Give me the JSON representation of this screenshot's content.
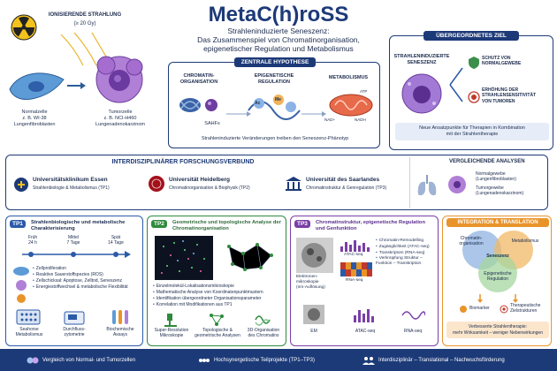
{
  "radiation": {
    "label": "IONISIERENDE STRAHLUNG",
    "dose": "(≥ 20 Gy)"
  },
  "normal_cell": {
    "l1": "Normalzelle",
    "l2": "z. B. WI-38",
    "l3": "Lungenfibroblasten"
  },
  "tumor_cell": {
    "l1": "Tumorzelle",
    "l2": "z. B. NCI-H460",
    "l3": "Lungenadenokarzinom"
  },
  "title": {
    "main": "MetaC(h)roSS",
    "sub1": "Strahleninduzierte Seneszenz:",
    "sub2": "Das Zusammenspiel von Chromatinorganisation,",
    "sub3": "epigenetischer Regulation und Metabolismus"
  },
  "hypothesis": {
    "header": "ZENTRALE HYPOTHESE",
    "chromatin": "CHROMATIN-\nORGANISATION",
    "sahfs": "SAHFs",
    "epi": "EPIGENETISCHE\nREGULATION",
    "ac": "Ac",
    "me": "Me",
    "metab": "METABOLISMUS",
    "atp": "ATP",
    "nad": "NAD+",
    "nadh": "NADH",
    "caption": "Strahleninduzierte Veränderungen treiben den Seneszenz-Phänotyp"
  },
  "goal": {
    "header": "ÜBERGEORDNETES ZIEL",
    "cell_label": "STRAHLENINDUZIERTE\nSENESZENZ",
    "protect": "SCHUTZ VON\nNORMALGEWEBE",
    "increase": "ERHÖHUNG DER\nSTRAHLENSENSITIVITÄT\nVON TUMOREN",
    "bottom": "Neue Ansatzpunkte für Therapien in Kombination\nmit der Strahlentherapie"
  },
  "consortium": {
    "header": "INTERDISZIPLINÄRER FORSCHUNGSVERBUND",
    "essen_name": "Universitätsklinikum Essen",
    "essen_sub": "Strahlenbiologie & Metabolismus (TP1)",
    "heid_name": "Universität Heidelberg",
    "heid_sub": "Chromatinorganisation & Biophysik (TP2)",
    "saar_name": "Universität des Saarlandes",
    "saar_sub": "Chromatinstruktur & Genregulation (TP3)"
  },
  "comparative": {
    "title": "VERGLEICHENDE ANALYSEN",
    "item1": "Normalgewebe\n(Lungenfibroblasten)",
    "item2": "Tumorgewebe\n(Lungenadenokarzinom)"
  },
  "tp1": {
    "badge": "TP1",
    "title": "Strahlenbiologische und metabolische\nCharakterisierung",
    "tl": [
      {
        "l": "Früh",
        "v": "24 h"
      },
      {
        "l": "Mittel",
        "v": "7 Tage"
      },
      {
        "l": "Spät",
        "v": "14 Tage"
      }
    ],
    "items": [
      "Zellproliferation",
      "Reaktive Sauerstoffspezies (ROS)",
      "Zellschicksal: Apoptose, Zelltod, Seneszenz",
      "Energiestoffwechsel & metabolische Flexibilität"
    ],
    "icons": [
      "Seahorse\nMetabolismus",
      "Durchfluss-\nzytometrie",
      "Biochemische\nAssays"
    ]
  },
  "tp2": {
    "badge": "TP2",
    "title": "Geometrische und topologische Analyse der\nChromatinorganisation",
    "items": [
      "Einzelmolekül-Lokalisationsmikroskopie",
      "Mathematische Analyse von Koordinatenpunktmustern",
      "Identifikation übergeordneter Organisationsparameter",
      "Korrelation mit Modifikationen aus TP1"
    ],
    "icons": [
      "Super-Resolution\nMikroskopie",
      "Topologische &\ngeometrische Analysen",
      "3D-Organisation\ndes Chromatins"
    ]
  },
  "tp3": {
    "badge": "TP3",
    "title": "Chromatinstruktur, epigenetische Regulation\nund Genfunktion",
    "em_label": "Elektronen-\nmikroskopie\n(nm-Auflösung)",
    "atac": "ATAC-seq",
    "rna": "RNA-seq",
    "items": [
      "Chromatin-Remodelling",
      "Zugänglichkeit (ATAC-seq)",
      "Transkriptom (RNA-seq)",
      "Verknüpfung Struktur –\nFunktion – Transkription"
    ],
    "icons": [
      "EM",
      "ATAC-seq",
      "RNA-seq"
    ]
  },
  "integration": {
    "header": "INTEGRATION & TRANSLATION",
    "c1": "Chromatin-\norganisation",
    "c2": "Metabolismus",
    "c3": "Seneszenz",
    "c4": "Epigenetische\nRegulation",
    "biomarker": "Biomarker",
    "targets": "Therapeutische\nZielstrukturen",
    "bottom": "Verbesserte Strahlentherapie:\nmehr Wirksamkeit – weniger Nebenwirkungen"
  },
  "footer": {
    "f1": "Vergleich von Normal- und Tumorzellen",
    "f2": "Hochsynergetische Teilprojekte (TP1–TP3)",
    "f3": "Interdisziplinär – Translational – Nachwuchsförderung"
  },
  "colors": {
    "navy": "#1d3a78",
    "tp1": "#2b5aa8",
    "tp2": "#2e8a3c",
    "tp3": "#7a3fa6",
    "orange": "#e9942b",
    "senescent": "#8a4fc7"
  }
}
